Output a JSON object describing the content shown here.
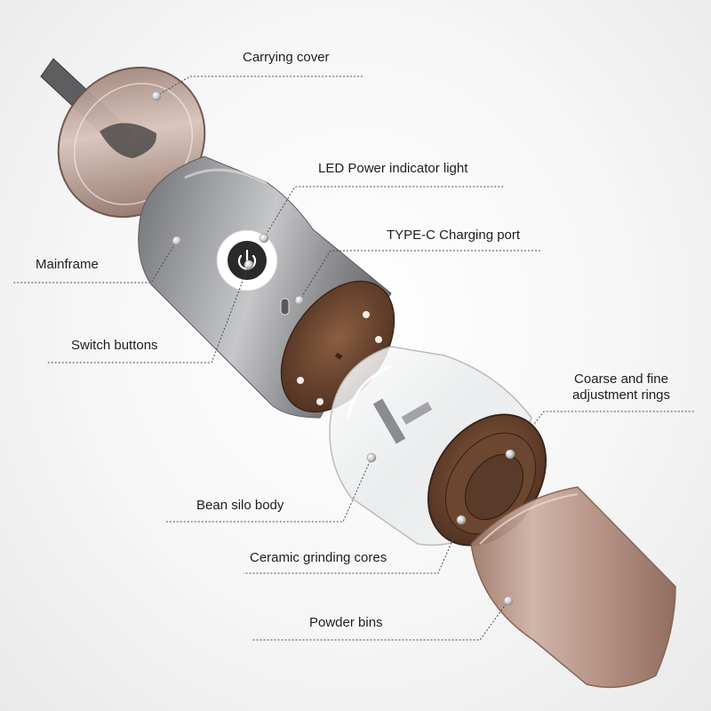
{
  "labels": {
    "carrying_cover": "Carrying cover",
    "led_indicator": "LED Power indicator light",
    "typec_port": "TYPE-C Charging port",
    "mainframe": "Mainframe",
    "switch_buttons": "Switch buttons",
    "adjustment_rings": "Coarse and fine adjustment rings",
    "bean_silo_body": "Bean silo body",
    "ceramic_cores": "Ceramic grinding cores",
    "powder_bins": "Powder bins"
  },
  "colors": {
    "background": "#f4f4f4",
    "metal_body": "#8c8d90",
    "metal_highlight": "#c9cacc",
    "brown_base": "#6b4630",
    "transparent_brown": "#b89484",
    "leader_line": "#4a4a4a",
    "power_button_ring": "#ffffff",
    "power_button_center": "#2a2a2a"
  },
  "icons": [
    "power-icon",
    "usb-c-port-icon"
  ]
}
